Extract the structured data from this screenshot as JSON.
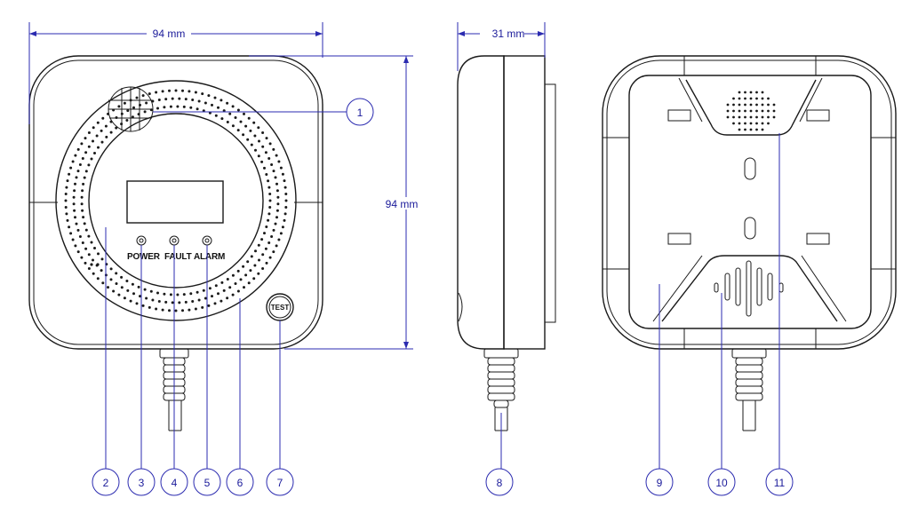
{
  "dimensions": {
    "front_width": "94 mm",
    "front_height": "94 mm",
    "side_depth": "31 mm"
  },
  "front_labels": {
    "power": "POWER",
    "fault": "FAULT",
    "alarm": "ALARM",
    "test": "TEST"
  },
  "callouts": [
    "1",
    "2",
    "3",
    "4",
    "5",
    "6",
    "7",
    "8",
    "9",
    "10",
    "11"
  ],
  "colors": {
    "outline": "#1a1a1a",
    "dimension_lines": "#2b2bb0"
  }
}
